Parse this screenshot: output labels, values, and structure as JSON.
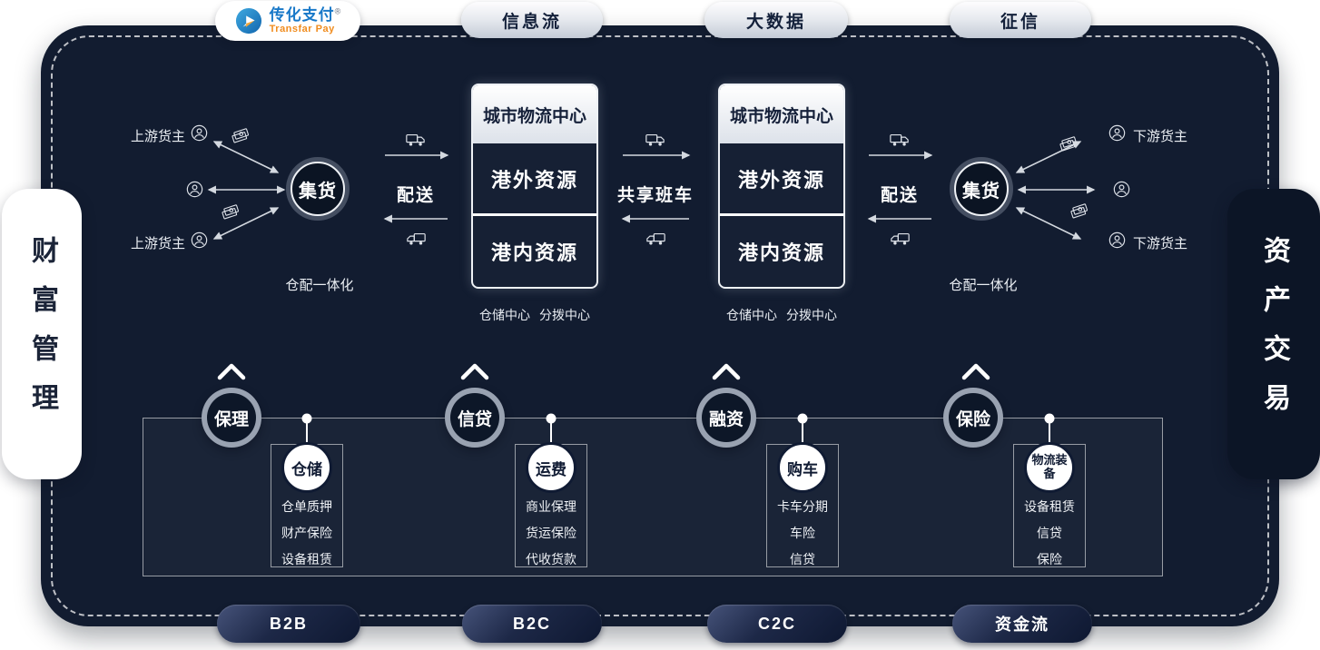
{
  "brand": {
    "name_cn": "传化支付",
    "reg": "®",
    "name_en": "Transfar Pay"
  },
  "top_tabs": [
    {
      "label": "信息流"
    },
    {
      "label": "大数据"
    },
    {
      "label": "征信"
    }
  ],
  "side_panels": {
    "left": "财富管理",
    "right": "资产交易"
  },
  "flow": {
    "upstream_label": "上游货主",
    "downstream_label": "下游货主",
    "collect_label": "集货",
    "warehouse_distribution_label": "仓配一体化",
    "delivery_label": "配送",
    "shared_shuttle_label": "共享班车",
    "center_box": {
      "title": "城市物流中心",
      "resource_outside": "港外资源",
      "resource_inside": "港内资源",
      "footer_left": "仓储中心",
      "footer_right": "分拨中心"
    }
  },
  "finance": {
    "groups": [
      {
        "bubble": "保理",
        "node": "仓储",
        "items": [
          "仓单质押",
          "财产保险",
          "设备租赁"
        ]
      },
      {
        "bubble": "信贷",
        "node": "运费",
        "items": [
          "商业保理",
          "货运保险",
          "代收货款"
        ]
      },
      {
        "bubble": "融资",
        "node": "购车",
        "items": [
          "卡车分期",
          "车险",
          "信贷"
        ]
      },
      {
        "bubble": "保险",
        "node": "物流装备",
        "items": [
          "设备租赁",
          "信贷",
          "保险"
        ]
      }
    ]
  },
  "bottom_tabs": [
    {
      "label": "B2B"
    },
    {
      "label": "B2C"
    },
    {
      "label": "C2C"
    },
    {
      "label": "资金流"
    }
  ]
}
